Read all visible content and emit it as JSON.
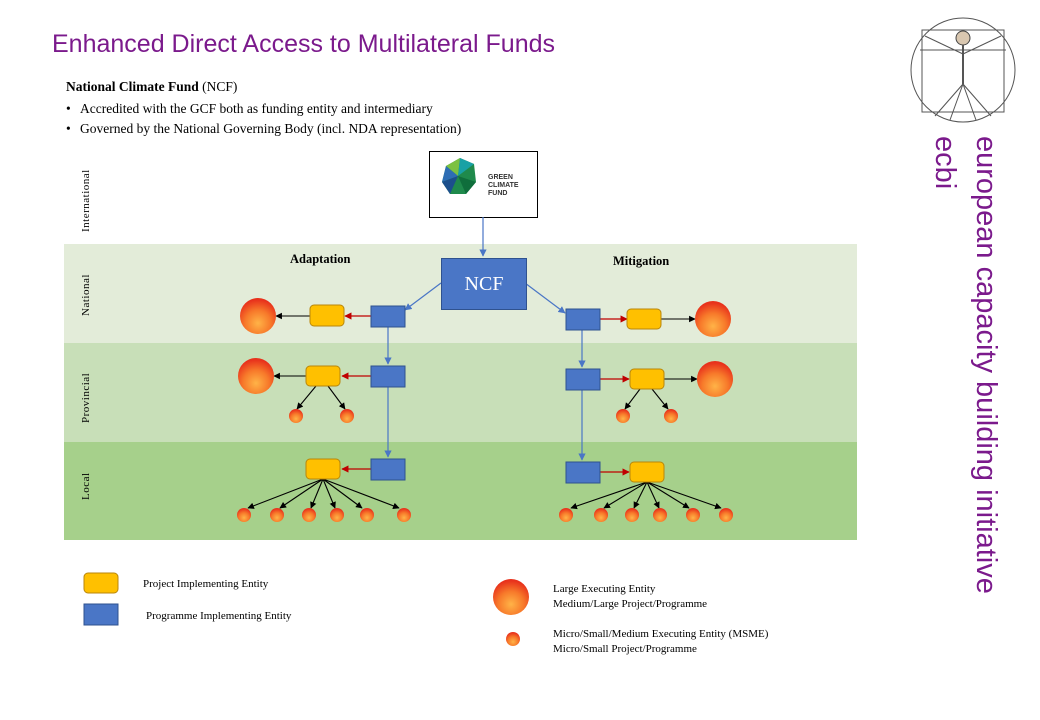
{
  "title": "Enhanced Direct Access to Multilateral Funds",
  "subheading": {
    "bold": "National Climate Fund",
    "rest": " (NCF)"
  },
  "bullets": [
    "Accredited with the GCF both as funding entity and intermediary",
    "Governed by the National Governing Body  (incl. NDA representation)"
  ],
  "levels": {
    "international": "International",
    "national": "National",
    "provincial": "Provincial",
    "local": "Local"
  },
  "columns": {
    "adaptation": "Adaptation",
    "mitigation": "Mitigation"
  },
  "ncf_label": "NCF",
  "gcf_logo_text": [
    "GREEN",
    "CLIMATE",
    "FUND"
  ],
  "brand": {
    "line1": "european capacity building initiative",
    "line2": "ecbi"
  },
  "legend": {
    "project": "Project Implementing Entity",
    "programme": "Programme Implementing Entity",
    "large": [
      "Large Executing Entity",
      "Medium/Large Project/Programme"
    ],
    "msme": [
      "Micro/Small/Medium Executing Entity (MSME)",
      "Micro/Small Project/Programme"
    ]
  },
  "colors": {
    "title": "#7b1a8c",
    "programme_fill": "#4a76c6",
    "project_fill": "#ffc000",
    "entity_orange": "#f26522",
    "arrow_red": "#c00000",
    "arrow_blue": "#4a76c6",
    "band_national": "#e3ecd9",
    "band_provincial": "#c8dfb8",
    "band_local": "#a6d08b"
  }
}
